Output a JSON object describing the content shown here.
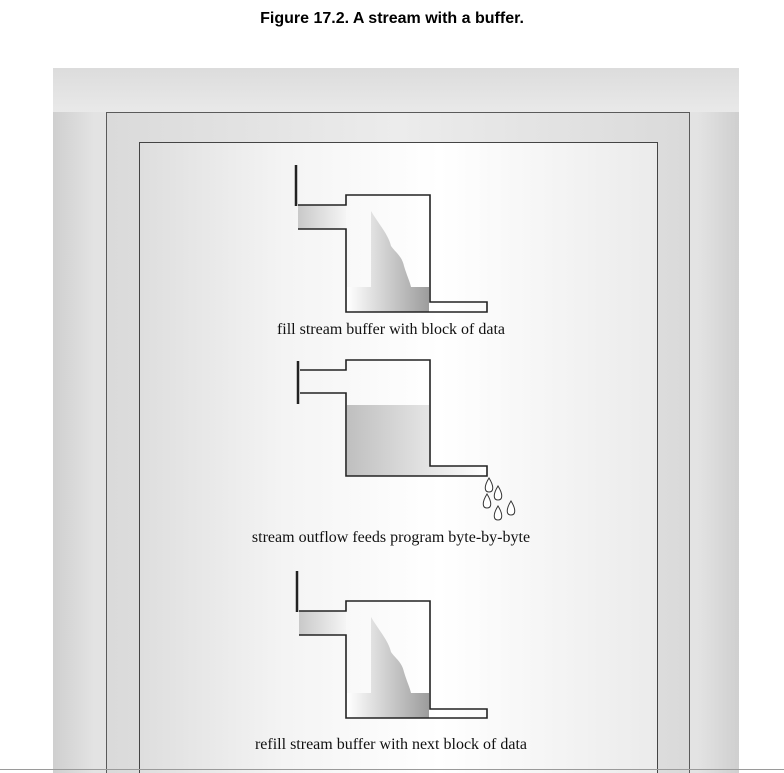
{
  "figure": {
    "title": "Figure 17.2. A stream with a buffer."
  },
  "panels": [
    {
      "caption": "fill stream buffer with block of data"
    },
    {
      "caption": "stream outflow feeds program byte-by-byte"
    },
    {
      "caption": "refill stream buffer with next block of data"
    }
  ]
}
